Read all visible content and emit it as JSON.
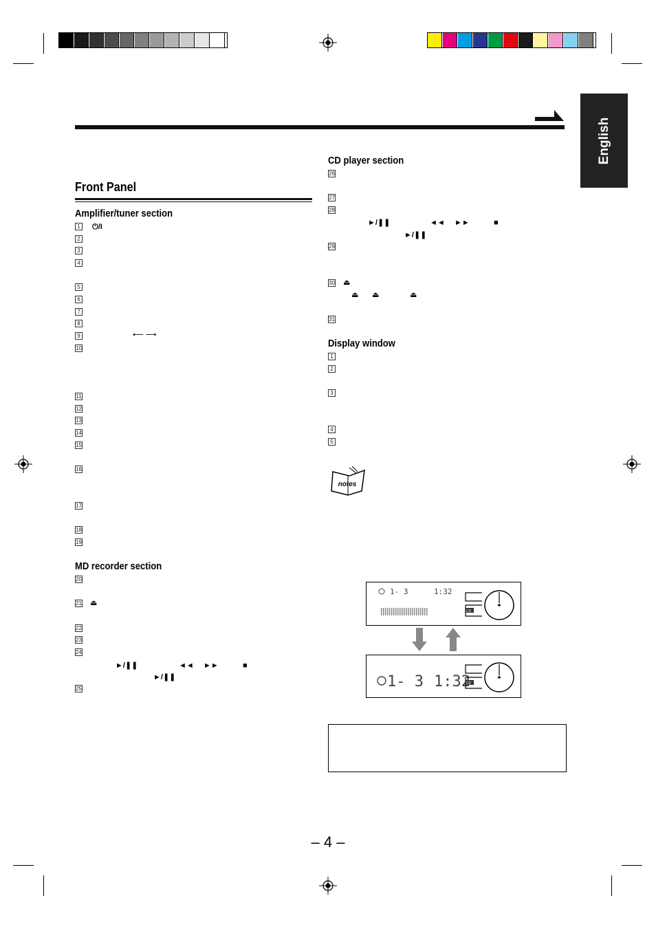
{
  "colors": {
    "gray_bar": [
      "#000000",
      "#1a1a1a",
      "#333333",
      "#4d4d4d",
      "#666666",
      "#808080",
      "#999999",
      "#b3b3b3",
      "#cccccc",
      "#e6e6e6",
      "#ffffff"
    ],
    "color_bar": [
      "#ffed00",
      "#e6007e",
      "#009fe3",
      "#2a3590",
      "#009a44",
      "#e30613",
      "#1a1a1a",
      "#fff59b",
      "#f39ac8",
      "#86d0f2",
      "#808080"
    ],
    "tab_bg": "#222222"
  },
  "side_tab": {
    "label": "English"
  },
  "front_panel": {
    "title": "Front Panel",
    "amplifier": {
      "heading": "Amplifier/tuner section",
      "items": [
        "1",
        "2",
        "3",
        "4",
        "5",
        "6",
        "7",
        "8",
        "9",
        "10",
        "11",
        "12",
        "13",
        "14",
        "15",
        "16",
        "17",
        "18",
        "19"
      ],
      "power_symbol": "⏻/I",
      "arrows": "⟵  ⟶"
    },
    "md": {
      "heading": "MD recorder section",
      "items": [
        "20",
        "21",
        "22",
        "23",
        "24",
        "25"
      ],
      "eject": "⏏",
      "transport": [
        "►/❚❚",
        "◄◄",
        "►►",
        "■"
      ],
      "play_pause": "►/❚❚"
    },
    "cd": {
      "heading": "CD player section",
      "items": [
        "26",
        "27",
        "28",
        "29",
        "30",
        "31"
      ],
      "transport": [
        "►/❚❚",
        "◄◄",
        "►►",
        "■"
      ],
      "play_pause": "►/❚❚",
      "eject": "⏏",
      "eject_row": [
        "⏏",
        "⏏",
        "⏏"
      ]
    },
    "display": {
      "heading": "Display window",
      "items": [
        "1",
        "2",
        "3",
        "4",
        "5"
      ]
    }
  },
  "notes_label": "notes",
  "lcd_small": {
    "track": "1- 3",
    "time": "1:32",
    "badge": "CD"
  },
  "lcd_large": {
    "track": "1- 3",
    "time": "1:32",
    "badge": "CD"
  },
  "page_number": "– 4 –"
}
